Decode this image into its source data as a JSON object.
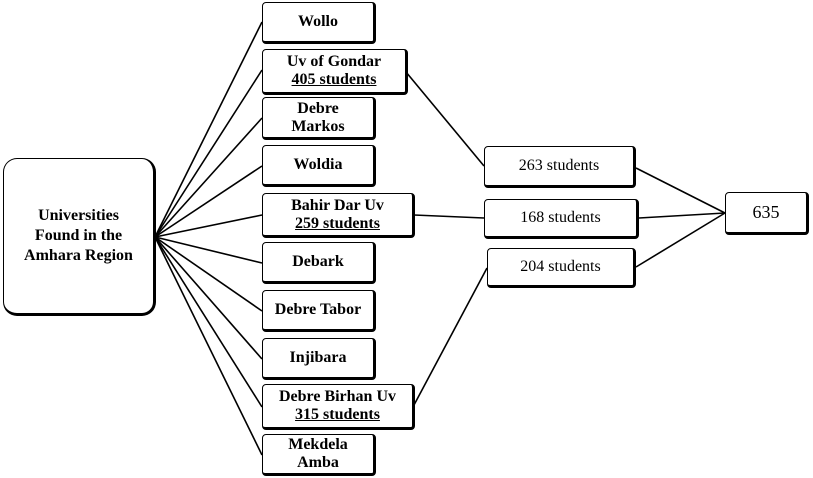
{
  "root": {
    "lines": [
      "Universities",
      "Found in the",
      "Amhara Region"
    ]
  },
  "universities": [
    {
      "name": "Wollo",
      "students": ""
    },
    {
      "name": "Uv of Gondar",
      "students": "405 students"
    },
    {
      "name_lines": [
        "Debre",
        "Markos"
      ],
      "students": ""
    },
    {
      "name": "Woldia",
      "students": ""
    },
    {
      "name": "Bahir Dar Uv",
      "students": "259 students"
    },
    {
      "name": "Debark",
      "students": ""
    },
    {
      "name": "Debre Tabor",
      "students": ""
    },
    {
      "name": "Injibara",
      "students": ""
    },
    {
      "name": "Debre Birhan Uv",
      "students": "315 students"
    },
    {
      "name_lines": [
        "Mekdela",
        "Amba"
      ],
      "students": ""
    }
  ],
  "samples": [
    {
      "label": "263 students"
    },
    {
      "label": "168 students"
    },
    {
      "label": "204 students"
    }
  ],
  "total": {
    "label": "635"
  }
}
